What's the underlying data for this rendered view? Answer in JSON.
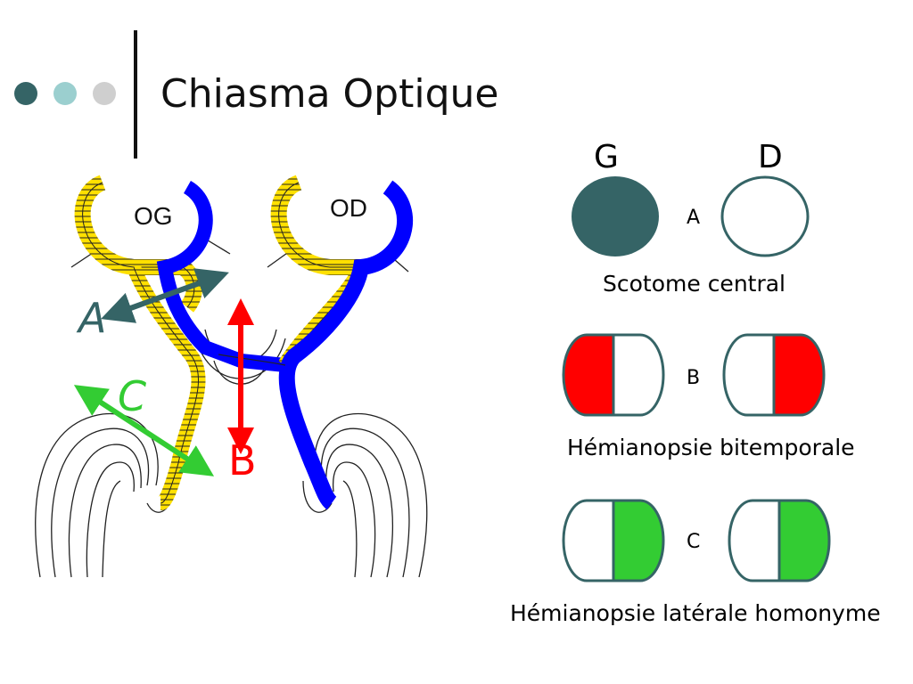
{
  "slide": {
    "title": "Chiasma Optique",
    "bullet_colors": [
      "#356466",
      "#9bcfcf",
      "#cfcfcf"
    ]
  },
  "diagram": {
    "eye_left_label": "OG",
    "eye_right_label": "OD",
    "lesion_a": {
      "label": "A",
      "color": "#356466"
    },
    "lesion_b": {
      "label": "B",
      "color": "#ff0000"
    },
    "lesion_c": {
      "label": "C",
      "color": "#33cc33"
    },
    "colors": {
      "temporal_fibers": "#ffe000",
      "nasal_fibers": "#0000ff"
    }
  },
  "visual_fields": {
    "left_header": "G",
    "right_header": "D",
    "rows": [
      {
        "letter": "A",
        "caption": "Scotome central",
        "left_fill": "full",
        "right_fill": "none",
        "fill_color": "#356466"
      },
      {
        "letter": "B",
        "caption": "Hémianopsie bitemporale",
        "left_fill": "left-half",
        "right_fill": "right-half",
        "fill_color": "#ff0000"
      },
      {
        "letter": "C",
        "caption": "Hémianopsie latérale homonyme",
        "left_fill": "right-half",
        "right_fill": "right-half",
        "fill_color": "#33cc33"
      }
    ]
  }
}
